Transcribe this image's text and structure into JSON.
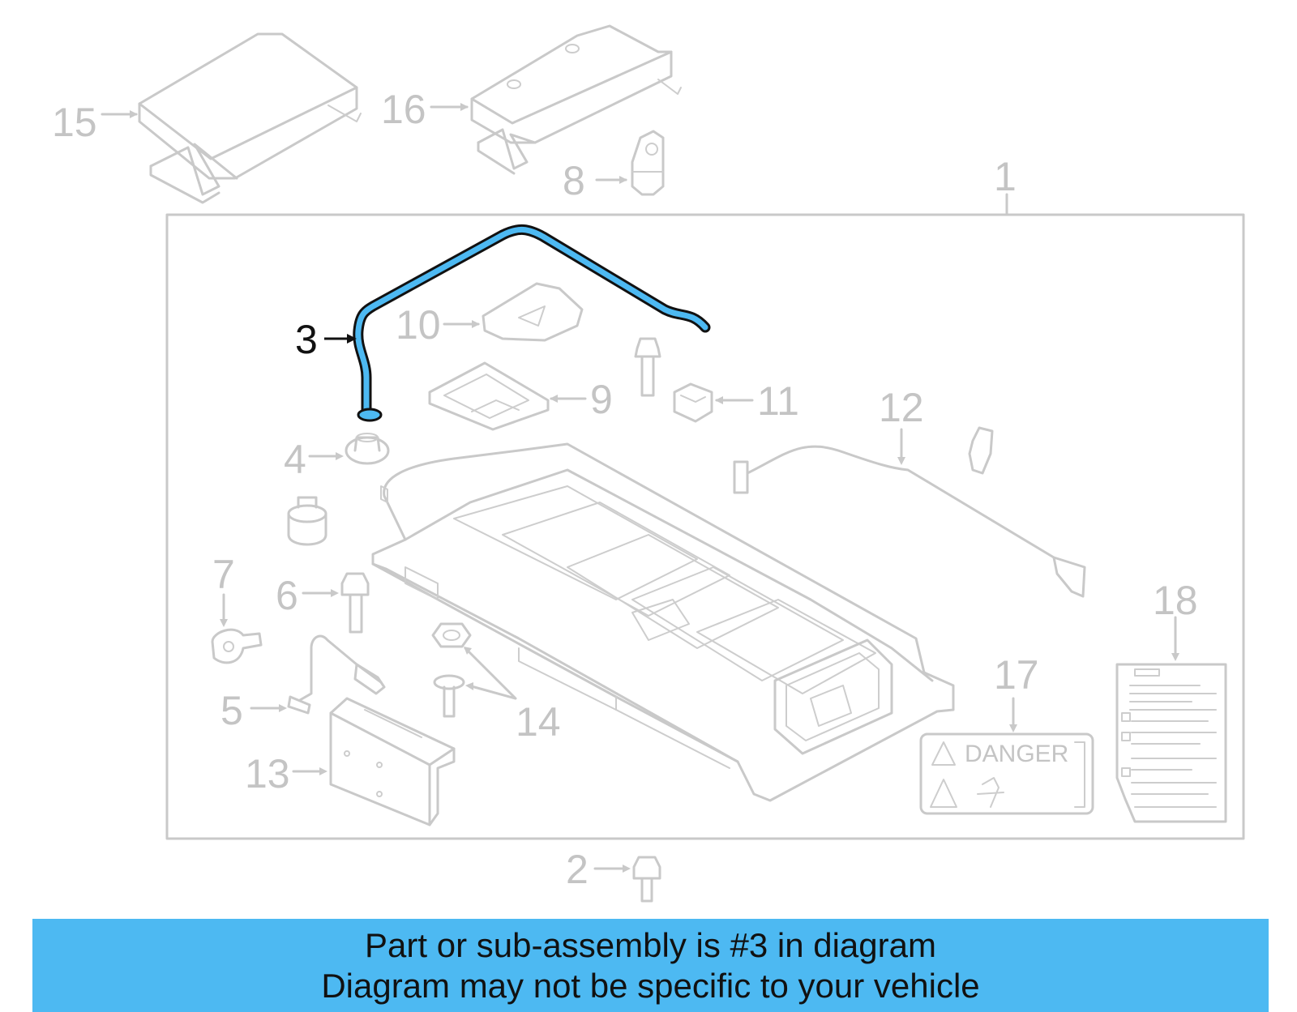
{
  "callouts": {
    "c1": "1",
    "c2": "2",
    "c3": "3",
    "c4": "4",
    "c5": "5",
    "c6": "6",
    "c7": "7",
    "c8": "8",
    "c9": "9",
    "c10": "10",
    "c11": "11",
    "c12": "12",
    "c13": "13",
    "c14": "14",
    "c15": "15",
    "c16": "16",
    "c17": "17",
    "c18": "18"
  },
  "labels": {
    "danger": "DANGER"
  },
  "colors": {
    "highlight_part": "#4db9f2",
    "banner_bg": "#4db9f2",
    "ghost_lines": "#c9c9c9"
  },
  "banner": {
    "line1": "Part or sub-assembly is #3 in diagram",
    "line2": "Diagram may not be specific to your vehicle"
  }
}
